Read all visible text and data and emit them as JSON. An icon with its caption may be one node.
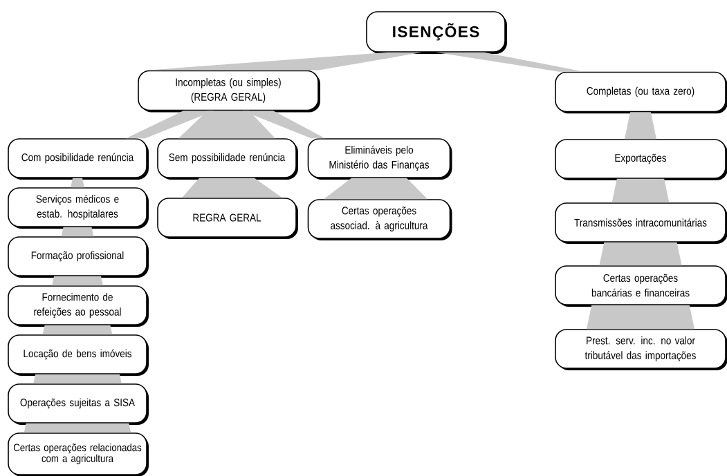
{
  "diagram": {
    "nodes": [
      {
        "text": [
          "ISENÇÕES"
        ]
      },
      {
        "text": [
          "Incompletas (ou simples) (REGRA GERAL)"
        ]
      },
      {
        "text": [
          "Completas (ou taxa zero)"
        ]
      },
      {
        "text": [
          "Com posibilidade renúncia"
        ]
      },
      {
        "text": [
          "Sem possibilidade renúncia"
        ]
      },
      {
        "text": [
          "Elimináveis pelo Ministério das Finanças"
        ]
      },
      {
        "text": [
          "Serviços médicos e estab. hospitalares"
        ]
      },
      {
        "text": [
          "REGRA GERAL"
        ]
      },
      {
        "text": [
          "Certas operações associad. à agricultura"
        ]
      },
      {
        "text": [
          "Formação profissional"
        ]
      },
      {
        "text": [
          "Fornecimento de refeições ao pessoal"
        ]
      },
      {
        "text": [
          "Locação de bens imóveis"
        ]
      },
      {
        "text": [
          "Operações sujeitas a SISA"
        ]
      },
      {
        "text": [
          "Certas operações relacionadas com a agricultura"
        ]
      },
      {
        "text": [
          "Exportações"
        ]
      },
      {
        "text": [
          "Transmissões intracomunitárias"
        ]
      },
      {
        "text": [
          "Certas operações bancárias e financeiras"
        ]
      },
      {
        "text": [
          "Prest. serv. inc. no valor tributável das importações"
        ]
      }
    ],
    "edges": [
      {
        "from": 0,
        "to": 1,
        "arrow": "none"
      },
      {
        "from": 0,
        "to": 2,
        "arrow": "none"
      },
      {
        "from": 1,
        "to": 3,
        "arrow": "none"
      },
      {
        "from": 1,
        "to": 4,
        "arrow": "none"
      },
      {
        "from": 1,
        "to": 5,
        "arrow": "none"
      },
      {
        "from": 3,
        "to": 6,
        "arrow": "none"
      },
      {
        "from": 6,
        "to": 9,
        "arrow": "none"
      },
      {
        "from": 9,
        "to": 10,
        "arrow": "none"
      },
      {
        "from": 10,
        "to": 11,
        "arrow": "none"
      },
      {
        "from": 11,
        "to": 12,
        "arrow": "none"
      },
      {
        "from": 12,
        "to": 13,
        "arrow": "none"
      },
      {
        "from": 4,
        "to": 7,
        "arrow": "none"
      },
      {
        "from": 5,
        "to": 8,
        "arrow": "none"
      },
      {
        "from": 2,
        "to": 14,
        "arrow": "none"
      },
      {
        "from": 14,
        "to": 15,
        "arrow": "none"
      },
      {
        "from": 15,
        "to": 16,
        "arrow": "none"
      },
      {
        "from": 16,
        "to": 17,
        "arrow": "none"
      }
    ]
  }
}
